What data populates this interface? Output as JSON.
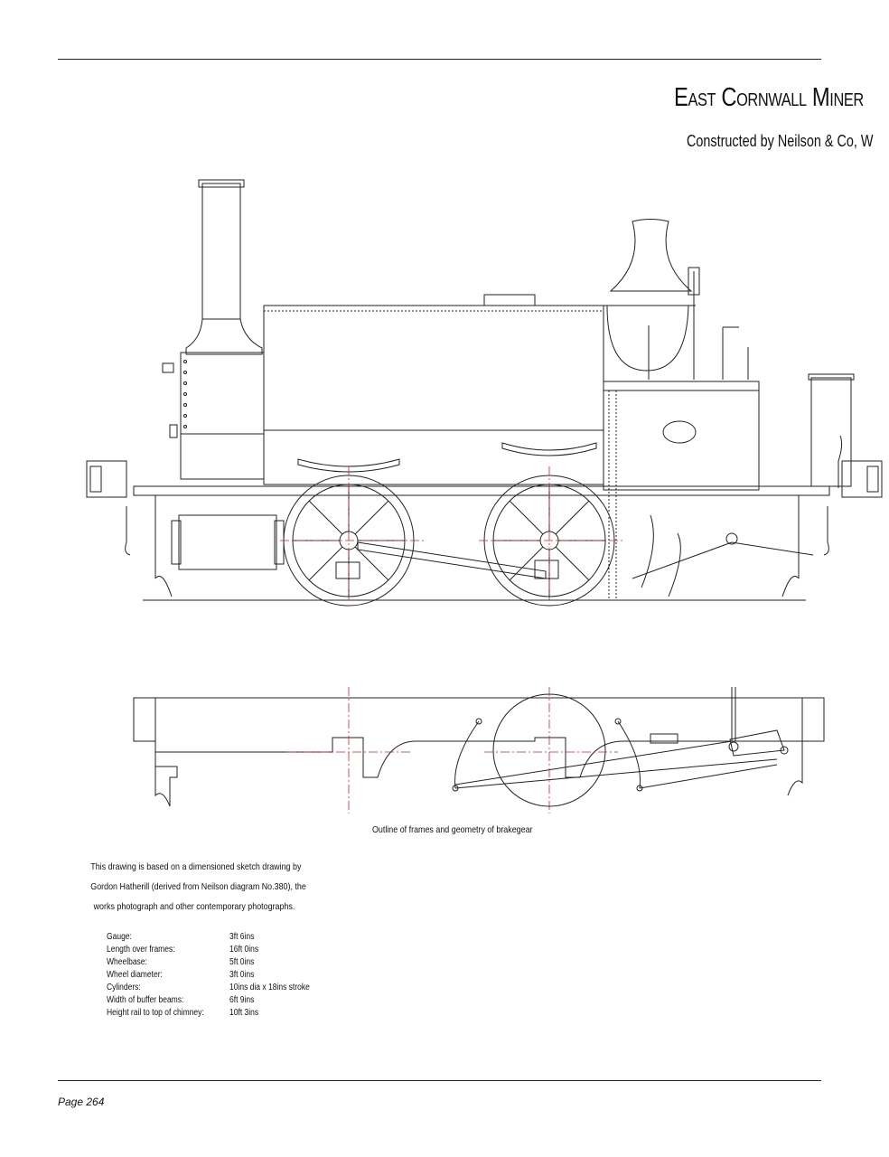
{
  "header": {
    "title": "East Cornwall Miner",
    "subtitle": "Constructed by Neilson & Co, W"
  },
  "drawing": {
    "frames_caption": "Outline of frames and geometry of brakegear"
  },
  "note": {
    "lines": [
      "This drawing is based on a dimensioned sketch drawing by",
      "Gordon Hatherill (derived from Neilson diagram No.380), the",
      "works photograph and other contemporary photographs."
    ]
  },
  "specs": [
    {
      "label": "Gauge:",
      "value": "3ft 6ins"
    },
    {
      "label": "Length over frames:",
      "value": "16ft 0ins"
    },
    {
      "label": "Wheelbase:",
      "value": "5ft 0ins"
    },
    {
      "label": "Wheel diameter:",
      "value": "3ft 0ins"
    },
    {
      "label": "Cylinders:",
      "value": "10ins dia x 18ins stroke"
    },
    {
      "label": "Width of buffer beams:",
      "value": "6ft 9ins"
    },
    {
      "label": "Height rail to top of chimney:",
      "value": "10ft 3ins"
    }
  ],
  "footer": {
    "page": "Page 264"
  },
  "colors": {
    "line": "#222222",
    "centre_line": "#d42020"
  }
}
